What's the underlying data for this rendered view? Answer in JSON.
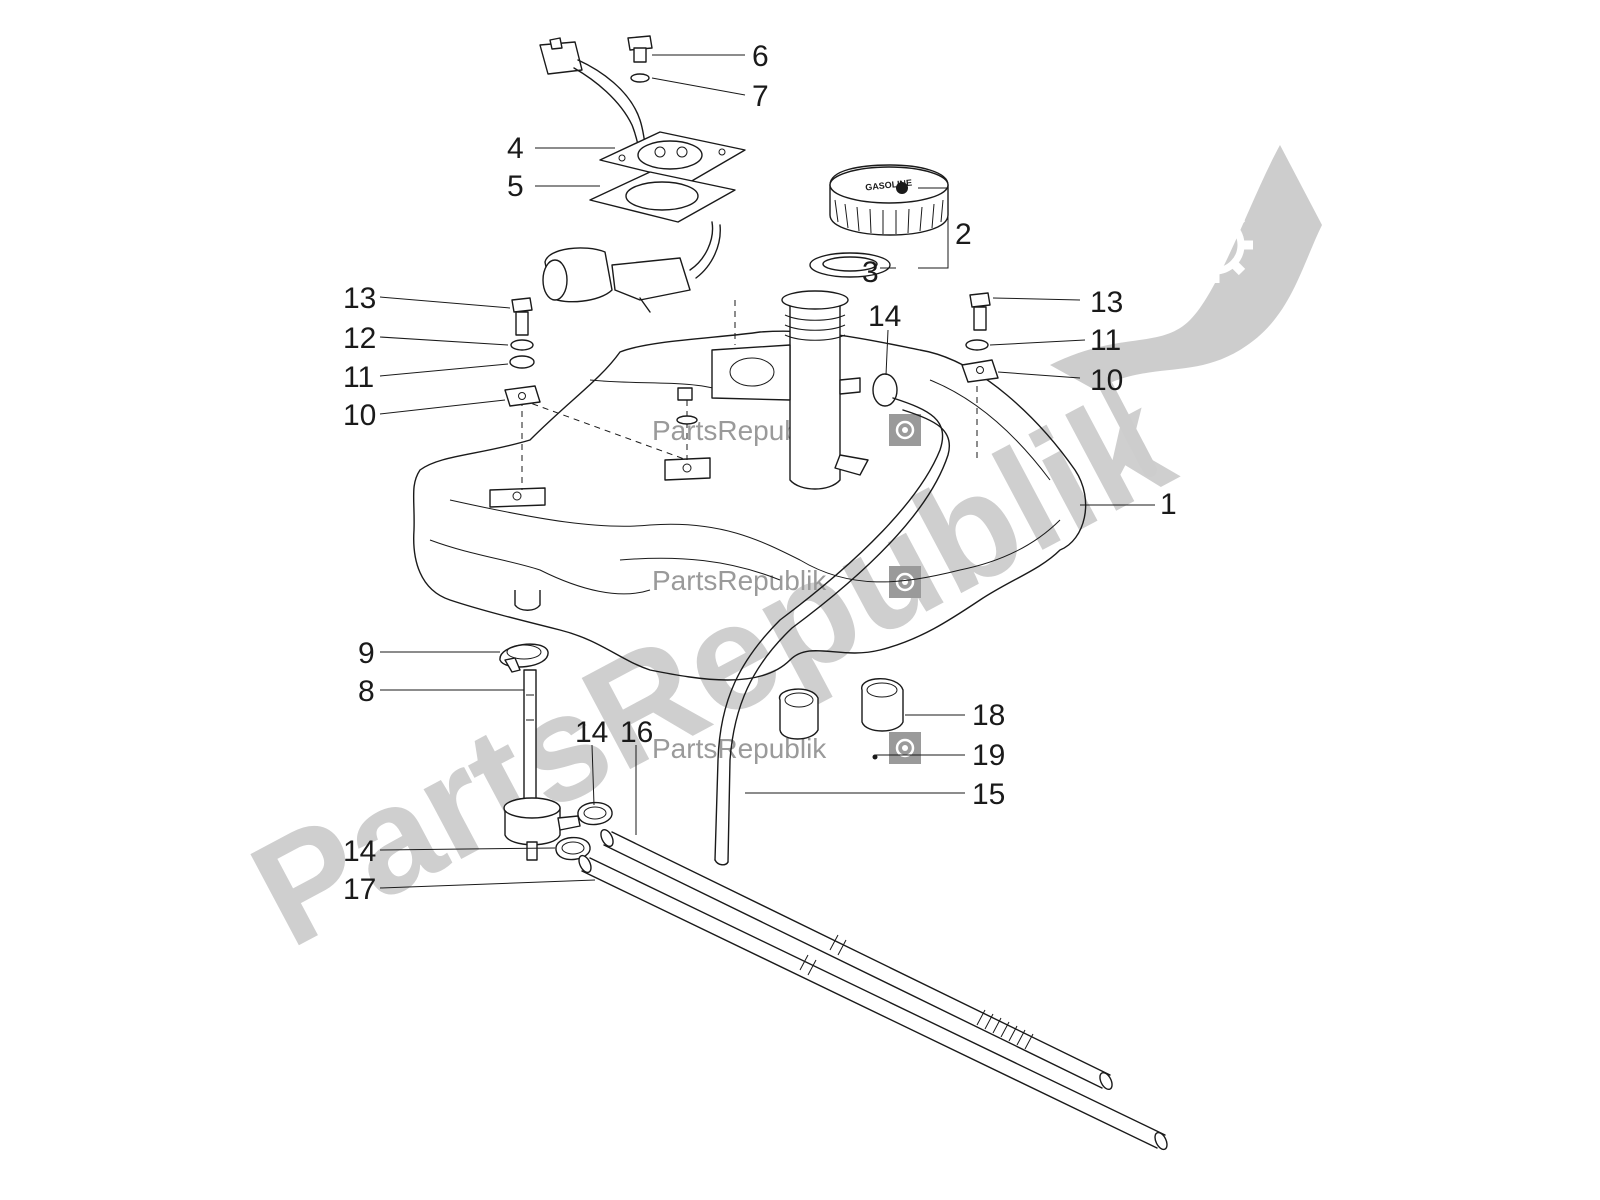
{
  "watermark": {
    "large_text": "PartsRepublik",
    "small_text": "PartsRepublik",
    "icon": "gear-icon",
    "color": "#c8c8c8"
  },
  "cap_marking": "GASOLINE",
  "callouts": {
    "p1": "1",
    "p2": "2",
    "p3": "3",
    "p4": "4",
    "p5": "5",
    "p6": "6",
    "p7": "7",
    "p8": "8",
    "p9": "9",
    "p10": "10",
    "p11": "11",
    "p12": "12",
    "p13": "13",
    "p14": "14",
    "p15": "15",
    "p16": "16",
    "p17": "17",
    "p18": "18",
    "p19": "19"
  }
}
